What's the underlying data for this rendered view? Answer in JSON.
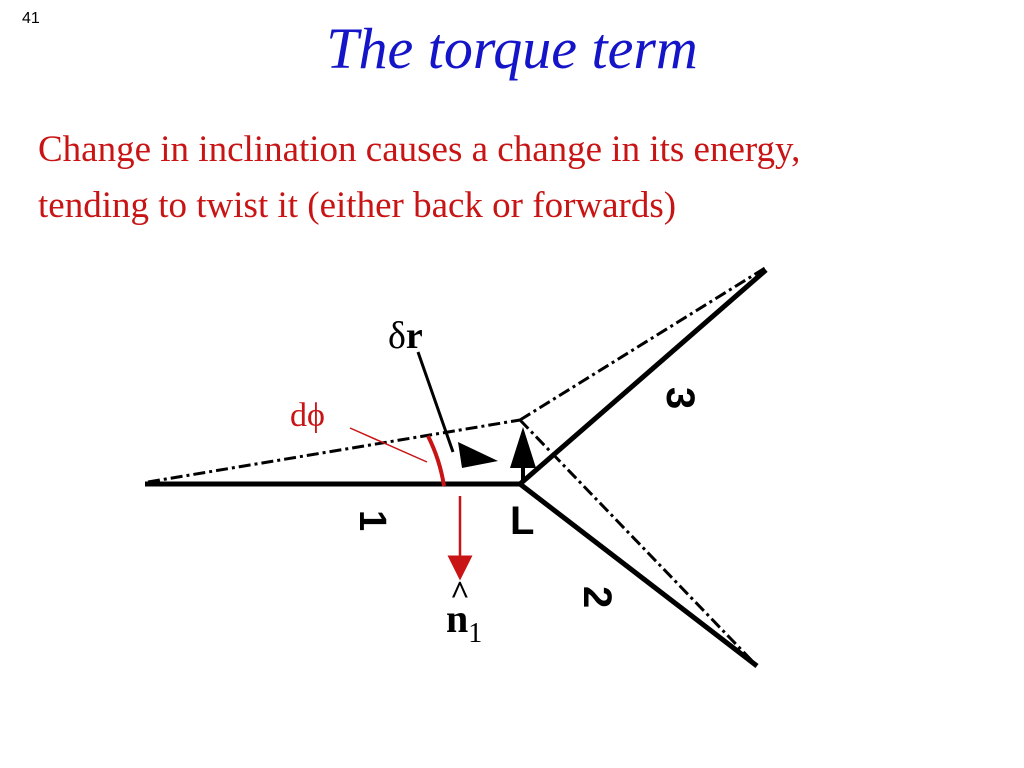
{
  "slide": {
    "number": "41",
    "title": "The torque term",
    "body_lines": [
      "Change in inclination causes a change in its energy,",
      "tending to twist it (either back or forwards)"
    ]
  },
  "diagram": {
    "labels": {
      "delta_r_symbol": "δ",
      "delta_r_bold": "r",
      "dphi": "dϕ",
      "normal_hat": "^",
      "normal_n": "n",
      "normal_sub": "1",
      "edge_1": "1",
      "edge_2": "2",
      "edge_3": "3",
      "junction": "L"
    },
    "colors": {
      "title": "#1414c8",
      "body": "#c81414",
      "lines": "#000000",
      "annotation": "#c81414"
    }
  }
}
